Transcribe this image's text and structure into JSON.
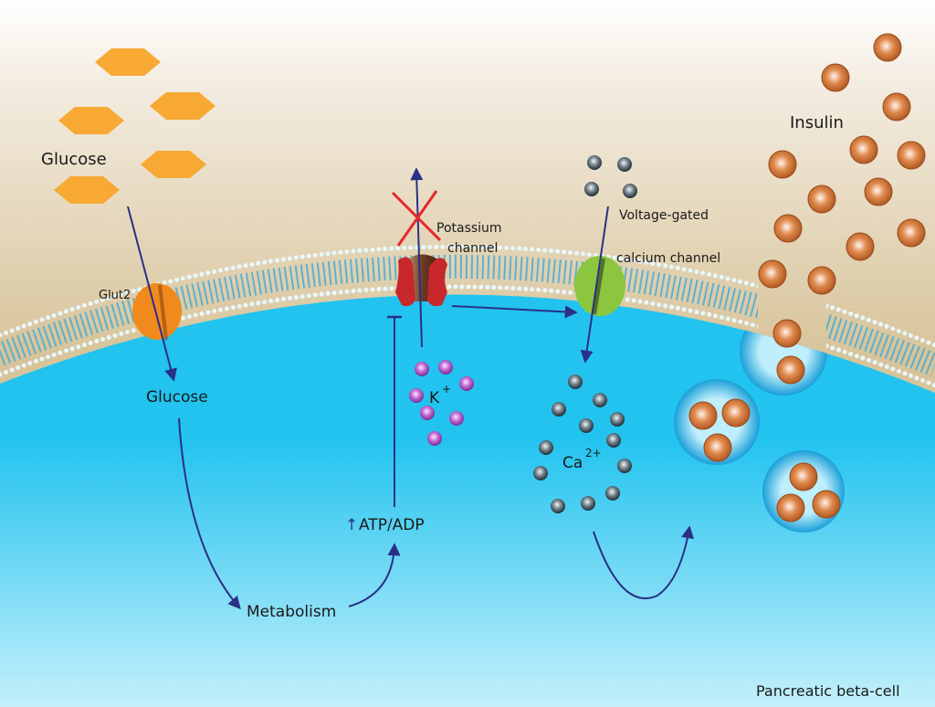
{
  "labels": {
    "glucose_outside": "Glucose",
    "glut2": "Glut2",
    "glucose_inside": "Glucose",
    "metabolism": "Metabolism",
    "atp_adp": "ATP/ADP",
    "atp_up_arrow": "↑",
    "potassium_channel_line1": "Potassium",
    "potassium_channel_line2": "channel",
    "k_ion": "K",
    "k_charge": "+",
    "voltage_channel_line1": "Voltage-gated",
    "voltage_channel_line2": "calcium channel",
    "ca_ion": "Ca",
    "ca_charge": "2+",
    "insulin": "Insulin",
    "cell_name": "Pancreatic beta-cell"
  },
  "colors": {
    "glucose": "#f7a934",
    "glut2": "#f08a1c",
    "potassium_channel": "#c8272b",
    "calcium_channel": "#8cc63f",
    "insulin": "#c8682a",
    "potassium_ion": "#b04fc4",
    "calcium_ion": "#3a4a55",
    "arrow": "#2b2f86",
    "block_x": "#e8262b",
    "cytoplasm": "#22c3ef",
    "extracellular": "#d8c49a"
  }
}
